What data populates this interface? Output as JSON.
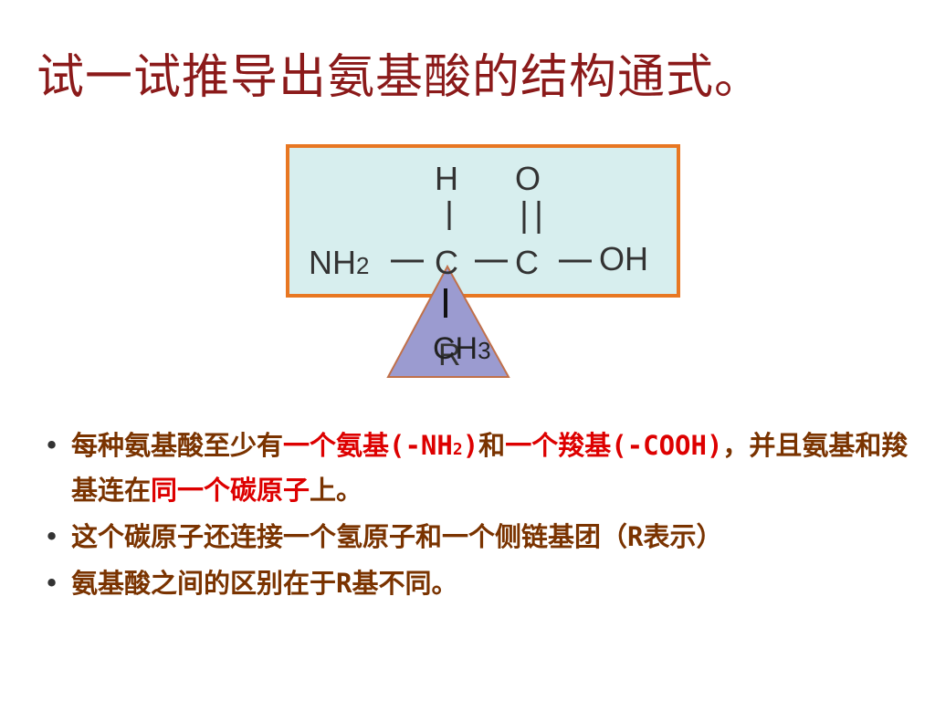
{
  "title": "试一试推导出氨基酸的结构通式。",
  "formula": {
    "h_top": "H",
    "o_top": "O",
    "nh2_main": "NH",
    "nh2_sub": "2",
    "c1": "C",
    "c2": "C",
    "oh": "OH",
    "ch3_main": "CH",
    "ch3_sub": "3",
    "r": "R",
    "colors": {
      "box_fill": "#d7eeee",
      "box_border": "#e87722",
      "triangle_fill": "#9b9bd0",
      "triangle_border": "#c0704a"
    }
  },
  "bullets": [
    {
      "p1": "每种氨基酸至少有",
      "h1": "一个氨基(-NH",
      "h1sub": "2",
      "h1end": ")",
      "p2": "和",
      "h2": "一个羧基(-COOH)",
      "p3": "，并且氨基和羧基连在",
      "h3": "同一个碳原子",
      "p4": "上。"
    },
    {
      "text": "这个碳原子还连接一个氢原子和一个侧链基团（R表示）"
    },
    {
      "text": "氨基酸之间的区别在于R基不同。"
    }
  ]
}
